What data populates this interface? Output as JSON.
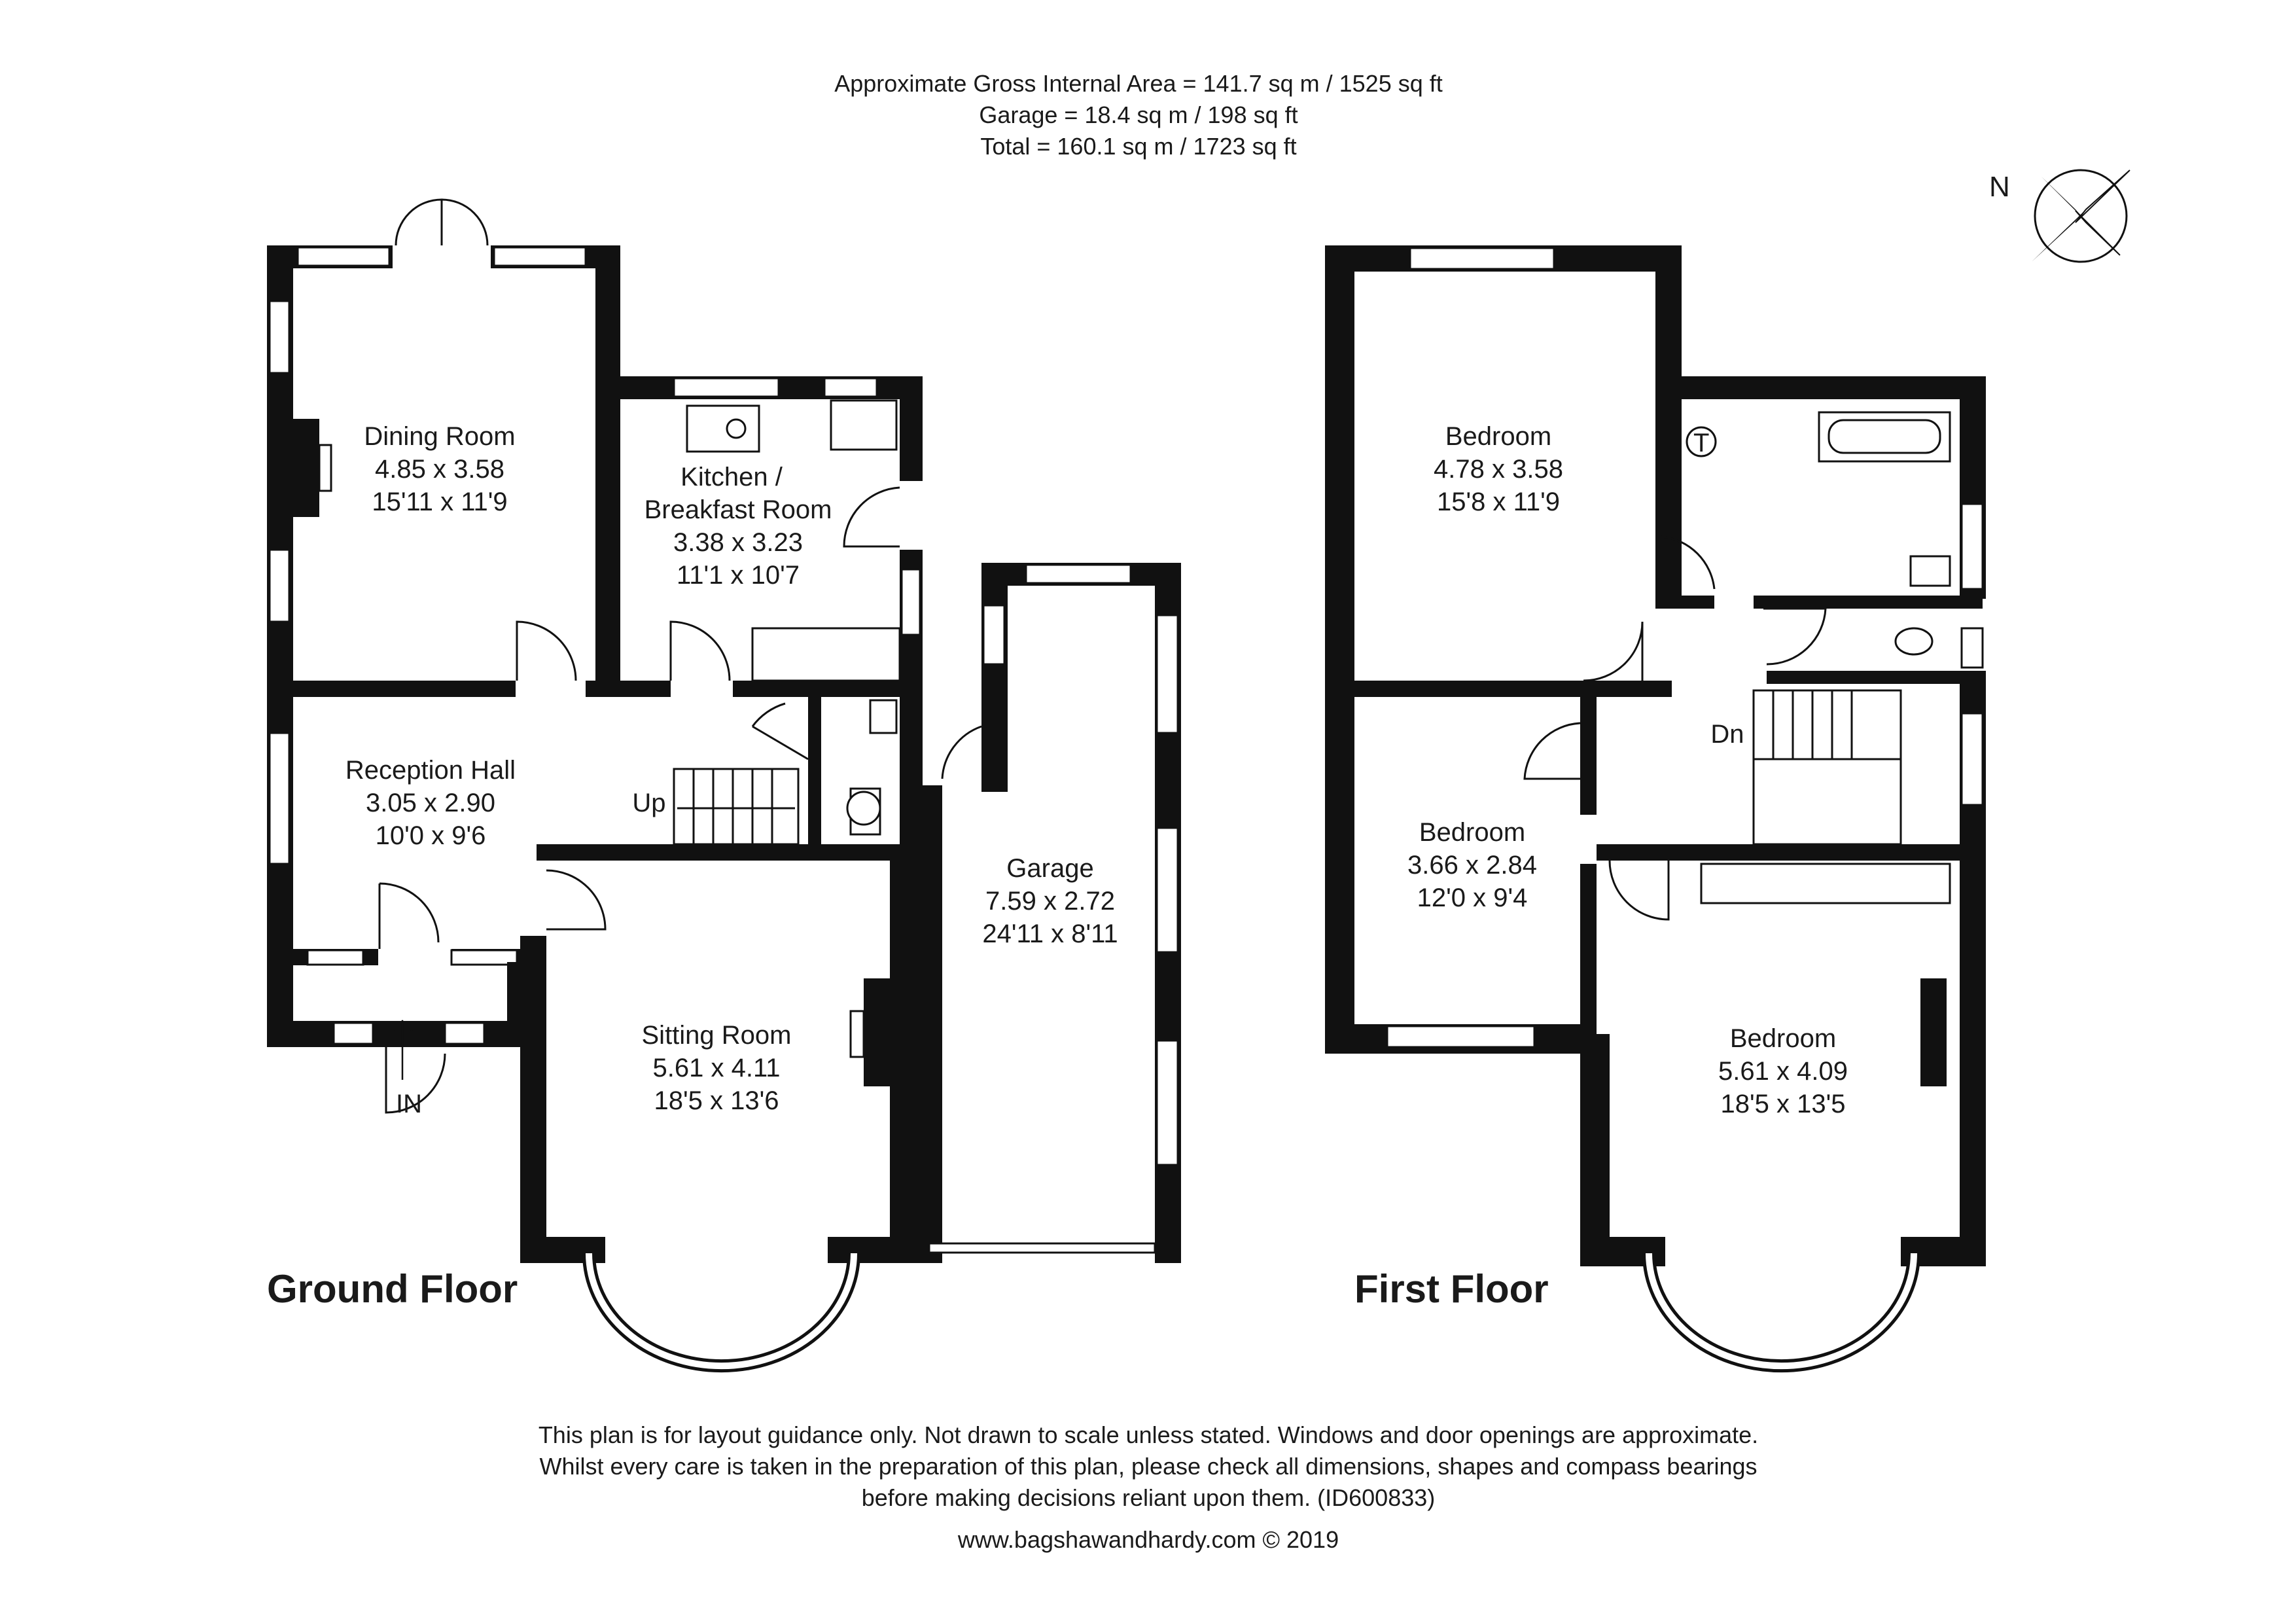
{
  "header": {
    "line1": "Approximate Gross Internal Area = 141.7 sq m / 1525 sq ft",
    "line2": "Garage = 18.4 sq m / 198 sq ft",
    "line3": "Total = 160.1 sq m / 1723 sq ft"
  },
  "compass": {
    "label": "N"
  },
  "ground_floor": {
    "title": "Ground Floor",
    "dining": {
      "name": "Dining Room",
      "metric": "4.85 x 3.58",
      "imperial": "15'11 x 11'9"
    },
    "kitchen": {
      "name1": "Kitchen /",
      "name2": "Breakfast Room",
      "metric": "3.38 x 3.23",
      "imperial": "11'1 x 10'7"
    },
    "hall": {
      "name": "Reception  Hall",
      "metric": "3.05 x 2.90",
      "imperial": "10'0 x 9'6"
    },
    "sitting": {
      "name": "Sitting Room",
      "metric": "5.61 x 4.11",
      "imperial": "18'5 x 13'6"
    },
    "garage": {
      "name": "Garage",
      "metric": "7.59 x 2.72",
      "imperial": "24'11 x 8'11"
    },
    "up_label": "Up",
    "entry_label": "IN"
  },
  "first_floor": {
    "title": "First Floor",
    "bed1": {
      "name": "Bedroom",
      "metric": "4.78 x 3.58",
      "imperial": "15'8 x 11'9"
    },
    "bed2": {
      "name": "Bedroom",
      "metric": "3.66 x 2.84",
      "imperial": "12'0 x 9'4"
    },
    "bed3": {
      "name": "Bedroom",
      "metric": "5.61 x 4.09",
      "imperial": "18'5 x 13'5"
    },
    "dn_label": "Dn",
    "tank_label": "T"
  },
  "footer": {
    "line1": "This plan is for layout guidance only. Not drawn to scale unless stated. Windows and door openings are approximate.",
    "line2": "Whilst every care is taken in the preparation of this plan, please check all dimensions, shapes and compass bearings",
    "line3": "before making decisions reliant upon them. (ID600833)",
    "line4": "www.bagshawandhardy.com © 2019"
  }
}
